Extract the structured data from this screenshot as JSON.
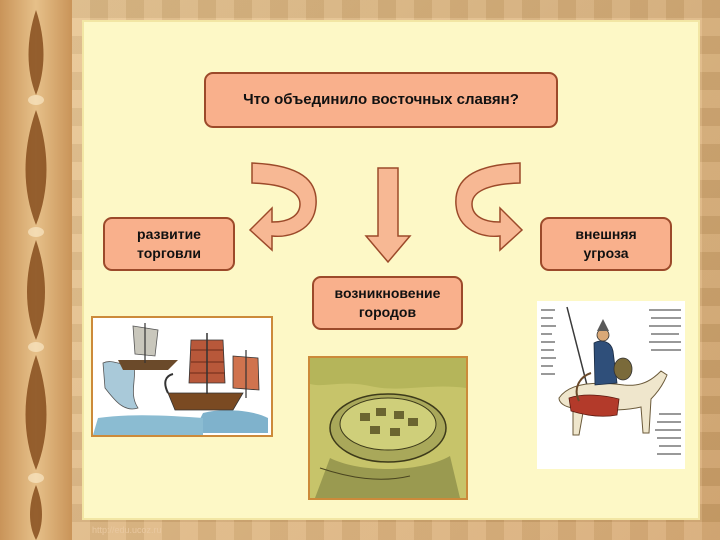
{
  "diagram": {
    "question": "Что объединило восточных славян?",
    "factors": [
      {
        "line1": "развитие",
        "line2": "торговли"
      },
      {
        "line1": "возникновение",
        "line2": "городов"
      },
      {
        "line1": "внешняя",
        "line2": "угроза"
      }
    ]
  },
  "images": [
    {
      "name": "ships-illustration"
    },
    {
      "name": "fortified-town-illustration"
    },
    {
      "name": "nomad-horseman-illustration"
    }
  ],
  "footer": {
    "watermark": "http://edu.ucoz.ru"
  },
  "colors": {
    "box_fill": "#f9b08c",
    "box_border": "#9c4a2a",
    "arrow_fill": "#f7b894",
    "panel": "#fdf8c6"
  }
}
